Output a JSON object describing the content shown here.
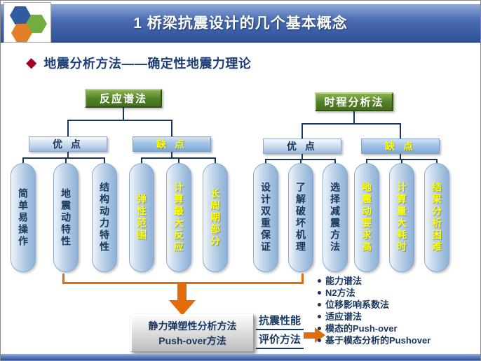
{
  "header": {
    "title": "1 桥梁抗震设计的几个基本概念"
  },
  "subtitle": {
    "bullet": "◆",
    "text": "地震分析方法——确定性地震力理论"
  },
  "left_tree": {
    "root": "反应谱法",
    "pros_label": "优  点",
    "cons_label": "缺  点",
    "pros": [
      "简单易操作",
      "地震动特性",
      "结构动力特性"
    ],
    "cons": [
      "弹性范围",
      "计算最大反应",
      "长周期部分"
    ]
  },
  "right_tree": {
    "root": "时程分析法",
    "pros_label": "优  点",
    "cons_label": "缺  点",
    "pros": [
      "设计双重保证",
      "了解破坏机理",
      "选择减震方法"
    ],
    "cons": [
      "地震动要求高",
      "计算量大耗时",
      "结果分析困难"
    ]
  },
  "bottom": {
    "pushover_line1": "静力弹塑性分析方法",
    "pushover_line2": "Push-over方法",
    "label_line1": "抗震性能",
    "label_line2": "评价方法",
    "methods": [
      "能力谱法",
      "N2方法",
      "位移影响系数法",
      "适应谱法",
      "模态的Push-over",
      "基于模态分析的Pushover"
    ]
  },
  "colors": {
    "header_blue": "#2d4f96",
    "navy": "#17365d",
    "root_green": "#55822a",
    "orange": "#e36c0a",
    "cons_yellow": "#ffff00",
    "cylinder_blue": "#a9c4e1"
  }
}
